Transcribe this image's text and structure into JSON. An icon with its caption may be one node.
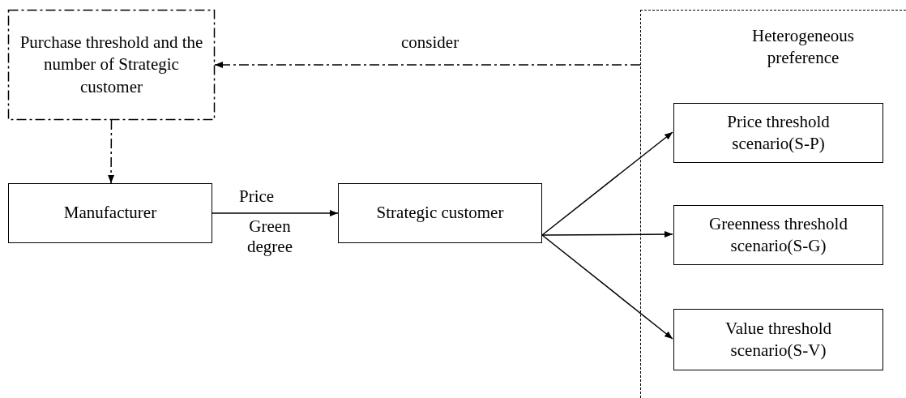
{
  "diagram": {
    "nodes": [
      {
        "text": [
          "Purchase threshold and the number of Strategic customer"
        ]
      },
      {
        "text": [
          "Heterogeneous preference"
        ]
      },
      {
        "text": [
          "Manufacturer"
        ]
      },
      {
        "text": [
          "Strategic customer"
        ]
      },
      {
        "text": [
          "Price threshold scenario(S-P)"
        ],
        "in": 1
      },
      {
        "text": [
          "Greenness threshold scenario(S-G)"
        ],
        "in": 1
      },
      {
        "text": [
          "Value threshold scenario(S-V)"
        ],
        "in": 1
      }
    ],
    "edges": [
      {
        "from": 1,
        "to": 0,
        "arrow": "to",
        "label": "consider",
        "style": "dashed"
      },
      {
        "from": 0,
        "to": 2,
        "arrow": "to",
        "style": "dashed"
      },
      {
        "from": 2,
        "to": 3,
        "arrow": "to",
        "label": "Price"
      },
      {
        "from": 3,
        "to": 4,
        "arrow": "to"
      },
      {
        "from": 3,
        "to": 5,
        "arrow": "to"
      },
      {
        "from": 3,
        "to": 6,
        "arrow": "to"
      }
    ],
    "labels": [
      "Green degree"
    ]
  }
}
